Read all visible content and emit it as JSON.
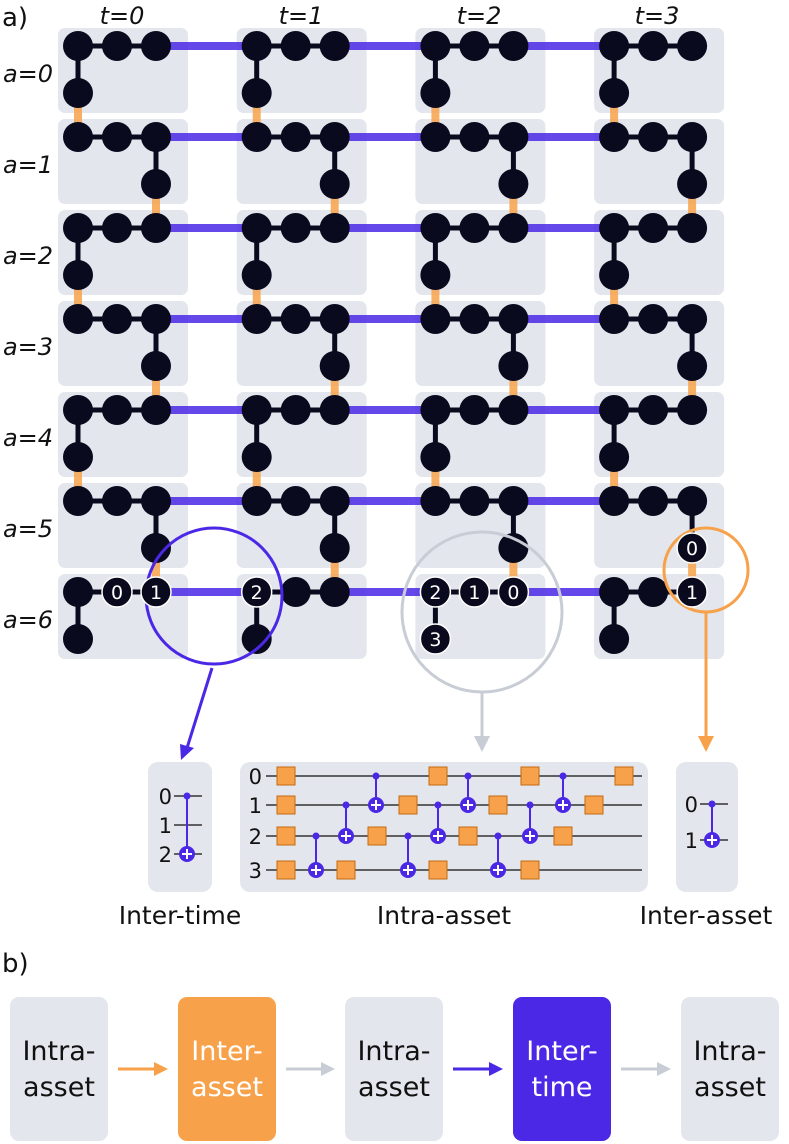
{
  "panel_a": {
    "label": "a)",
    "time_labels": [
      "t=0",
      "t=1",
      "t=2",
      "t=3"
    ],
    "asset_labels": [
      "a=0",
      "a=1",
      "a=2",
      "a=3",
      "a=4",
      "a=5",
      "a=6"
    ],
    "zoom_qubits": {
      "inter_time": [
        "0",
        "1",
        "2"
      ],
      "intra_asset": [
        "2",
        "1",
        "0",
        "3"
      ],
      "inter_asset": [
        "0",
        "1"
      ]
    },
    "circuits": {
      "inter_time": {
        "caption": "Inter-time",
        "wires": [
          "0",
          "1",
          "2"
        ]
      },
      "intra_asset": {
        "caption": "Intra-asset",
        "wires": [
          "0",
          "1",
          "2",
          "3"
        ]
      },
      "inter_asset": {
        "caption": "Inter-asset",
        "wires": [
          "0",
          "1"
        ]
      }
    }
  },
  "panel_b": {
    "label": "b)",
    "steps": [
      {
        "line1": "Intra-",
        "line2": "asset",
        "color": "#e3e6ec",
        "text_color": "#111111"
      },
      {
        "line1": "Inter-",
        "line2": "asset",
        "color": "#f7a24a",
        "text_color": "#ffffff"
      },
      {
        "line1": "Intra-",
        "line2": "asset",
        "color": "#e3e6ec",
        "text_color": "#111111"
      },
      {
        "line1": "Inter-",
        "line2": "time",
        "color": "#4a28e6",
        "text_color": "#ffffff"
      },
      {
        "line1": "Intra-",
        "line2": "asset",
        "color": "#e3e6ec",
        "text_color": "#111111"
      }
    ],
    "arrow_colors": [
      "#f7a24a",
      "#c8ccd5",
      "#4a28e6",
      "#c8ccd5"
    ]
  },
  "colors": {
    "tile": "#e3e6ec",
    "node": "#0a0a1e",
    "inter_time": "#4a28e6",
    "inter_asset": "#f7a24a",
    "intra_asset": "#c8ccd5",
    "gate": "#f7a24a"
  },
  "icons": [
    "qubit-node-icon",
    "cnot-target-icon",
    "control-dot-icon",
    "arrow-icon"
  ]
}
